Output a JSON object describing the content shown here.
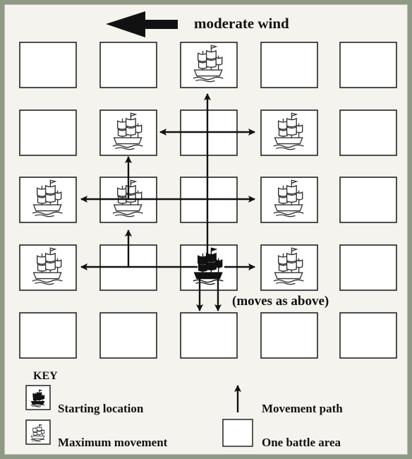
{
  "header": {
    "wind_label": "moderate wind"
  },
  "annotation": {
    "moves_as_above": "(moves as above)"
  },
  "grid": {
    "rows": 5,
    "cols": 5,
    "ship_outline_cells": [
      [
        0,
        2
      ],
      [
        1,
        1
      ],
      [
        1,
        3
      ],
      [
        2,
        0
      ],
      [
        2,
        1
      ],
      [
        2,
        3
      ],
      [
        3,
        0
      ],
      [
        3,
        3
      ]
    ],
    "ship_start_cell": [
      3,
      2
    ]
  },
  "key": {
    "title": "KEY",
    "starting_location": "Starting location",
    "maximum_movement": "Maximum movement",
    "movement_path": "Movement path",
    "one_battle_area": "One battle area"
  }
}
